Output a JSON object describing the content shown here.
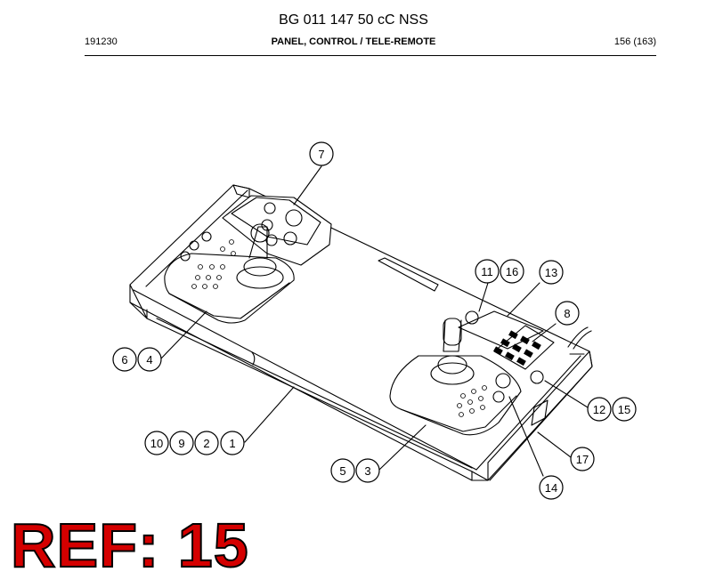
{
  "header": {
    "doc_number": "BG 011 147 50 cC NSS",
    "left_code": "191230",
    "title": "PANEL, CONTROL / TELE-REMOTE",
    "page": "156 (163)"
  },
  "callouts": [
    "7",
    "11",
    "16",
    "13",
    "8",
    "6",
    "4",
    "12",
    "15",
    "10",
    "9",
    "2",
    "1",
    "17",
    "5",
    "3",
    "14"
  ],
  "reference": "REF: 15",
  "colors": {
    "reference_fill": "#d40000",
    "line": "#000000"
  }
}
